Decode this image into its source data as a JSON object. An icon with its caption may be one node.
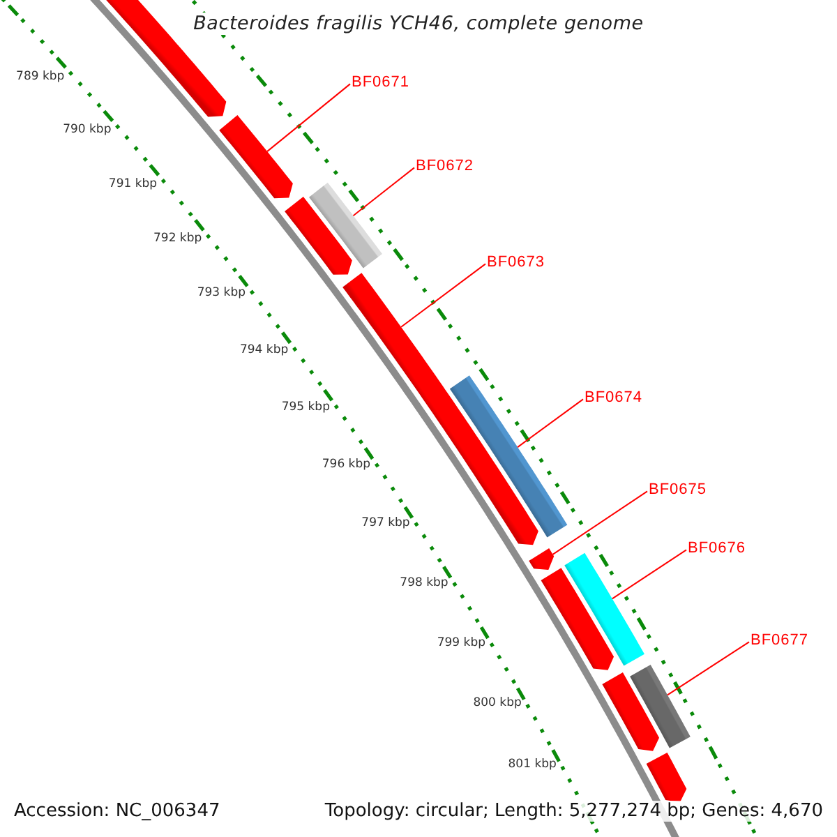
{
  "diagram": {
    "title": "Bacteroides fragilis YCH46, complete genome",
    "nodes": [
      {
        "text": [
          "BF0671"
        ]
      },
      {
        "text": [
          "BF0672"
        ]
      },
      {
        "text": [
          "BF0673"
        ]
      },
      {
        "text": [
          "BF0674"
        ]
      },
      {
        "text": [
          "BF0675"
        ]
      },
      {
        "text": [
          "BF0676"
        ]
      },
      {
        "text": [
          "BF0677"
        ]
      },
      {
        "text": [],
        "shape": "arrow"
      },
      {
        "text": [],
        "shape": "arrow"
      },
      {
        "text": [],
        "shape": "bar"
      },
      {
        "text": [],
        "shape": "arrow"
      },
      {
        "text": [],
        "shape": "arrow"
      },
      {
        "text": [],
        "shape": "bar"
      },
      {
        "text": [],
        "shape": "arrow"
      },
      {
        "text": [],
        "shape": "arrow"
      },
      {
        "text": [],
        "shape": "bar"
      },
      {
        "text": [],
        "shape": "arrow"
      },
      {
        "text": [],
        "shape": "bar"
      },
      {
        "text": [],
        "shape": "arrow"
      }
    ],
    "edges": [
      {
        "from": 0,
        "to": 8,
        "arrow": "none"
      },
      {
        "from": 1,
        "to": 9,
        "arrow": "none"
      },
      {
        "from": 2,
        "to": 11,
        "arrow": "none"
      },
      {
        "from": 3,
        "to": 12,
        "arrow": "none"
      },
      {
        "from": 4,
        "to": 13,
        "arrow": "none"
      },
      {
        "from": 5,
        "to": 15,
        "arrow": "none"
      },
      {
        "from": 6,
        "to": 17,
        "arrow": "none"
      }
    ],
    "labels": [
      "789 kbp",
      "790 kbp",
      "791 kbp",
      "792 kbp",
      "793 kbp",
      "794 kbp",
      "795 kbp",
      "796 kbp",
      "797 kbp",
      "798 kbp",
      "799 kbp",
      "800 kbp",
      "801 kbp",
      "Accession: NC_006347",
      "Topology: circular; Length: 5,277,274 bp; Genes: 4,670"
    ]
  }
}
